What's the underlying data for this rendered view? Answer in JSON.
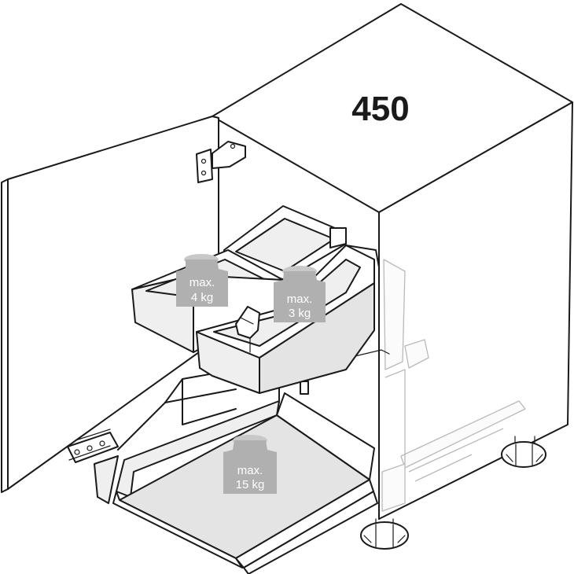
{
  "cabinet": {
    "width_label": "450"
  },
  "weights": [
    {
      "id": "left-basket",
      "line1": "max.",
      "line2": "4 kg"
    },
    {
      "id": "right-basket",
      "line1": "max.",
      "line2": "3 kg"
    },
    {
      "id": "bottom-shelf",
      "line1": "max.",
      "line2": "15 kg"
    }
  ]
}
